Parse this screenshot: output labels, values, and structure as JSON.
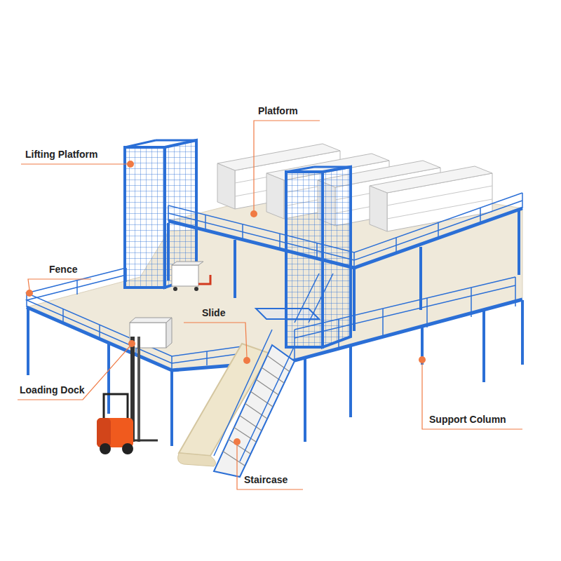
{
  "diagram": {
    "labels": [
      "Platform",
      "Lifting Platform",
      "Fence",
      "Slide",
      "Loading Dock",
      "Support Column",
      "Staircase"
    ]
  }
}
